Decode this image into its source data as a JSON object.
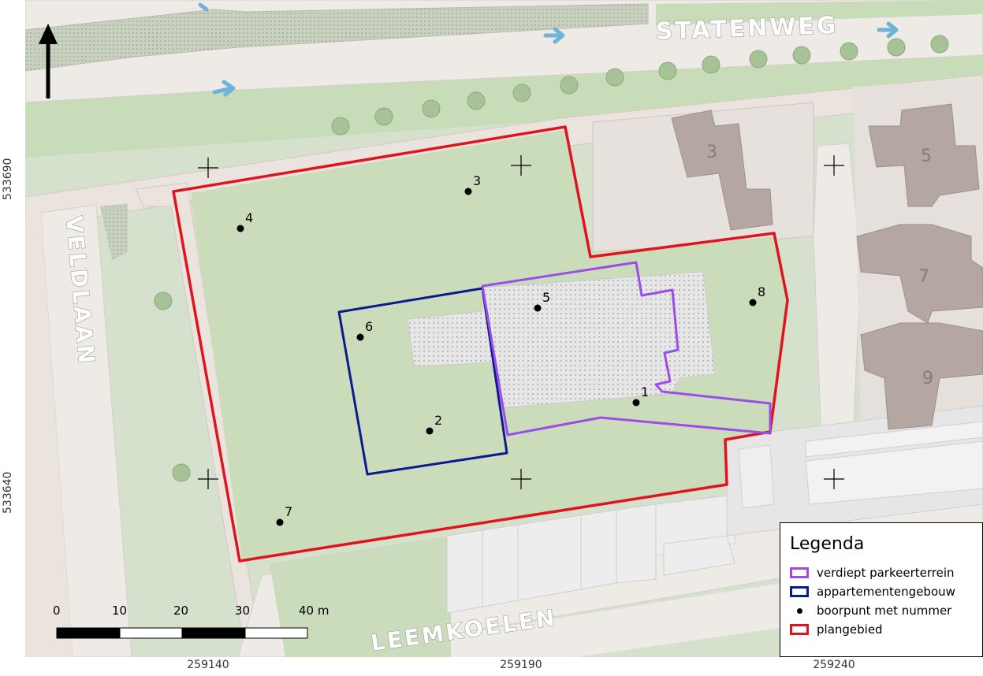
{
  "map": {
    "streets": {
      "north": "STATENWEG",
      "west": "VELDLAAN",
      "south": "LEEMKOELEN"
    },
    "house_numbers": [
      "3",
      "5",
      "7",
      "9"
    ],
    "boreholes": [
      "1",
      "2",
      "3",
      "4",
      "5",
      "6",
      "7",
      "8"
    ],
    "north_arrow_icon": "north-arrow-icon",
    "scale_bar": {
      "labels": [
        "0",
        "10",
        "20",
        "30",
        "40 m"
      ]
    },
    "coordinates": {
      "x": [
        "259140",
        "259190",
        "259240"
      ],
      "y": [
        "533690",
        "533640"
      ]
    },
    "colors": {
      "parking": "#9b4de8",
      "apartment": "#0a1a8f",
      "plan_area": "#e0141e",
      "borehole": "#000000",
      "grass": "#c7d9b6",
      "road": "#eee9e4",
      "building": "#b3a5a0"
    }
  },
  "legend": {
    "title": "Legenda",
    "items": [
      {
        "label": "verdiept parkeerterrein",
        "symbol": "purple-box"
      },
      {
        "label": "appartementengebouw",
        "symbol": "navy-box"
      },
      {
        "label": "boorpunt met nummer",
        "symbol": "black-dot"
      },
      {
        "label": "plangebied",
        "symbol": "red-box"
      }
    ]
  }
}
